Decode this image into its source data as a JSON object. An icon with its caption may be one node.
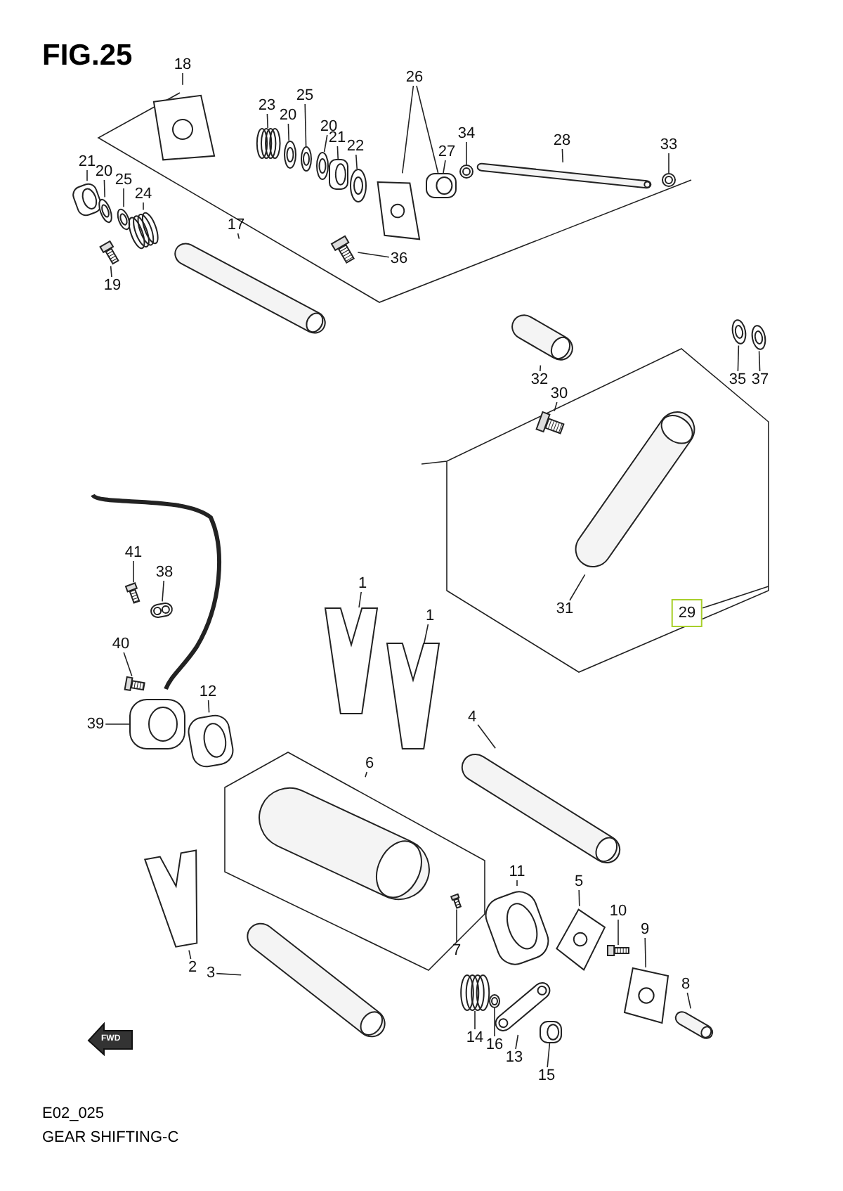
{
  "diagram": {
    "nodes": [
      {
        "text": [
          "18"
        ]
      },
      {
        "text": [],
        "shape": "picture"
      },
      {
        "text": [
          "23"
        ]
      },
      {
        "text": [],
        "shape": "picture"
      },
      {
        "text": [
          "20"
        ]
      },
      {
        "text": [],
        "shape": "picture"
      },
      {
        "text": [
          "25"
        ]
      },
      {
        "text": [],
        "shape": "picture"
      },
      {
        "text": [
          "20"
        ]
      },
      {
        "text": [],
        "shape": "picture"
      },
      {
        "text": [
          "21"
        ]
      },
      {
        "text": [],
        "shape": "picture"
      },
      {
        "text": [
          "22"
        ]
      },
      {
        "text": [],
        "shape": "picture"
      },
      {
        "text": [
          "26"
        ]
      },
      {
        "text": [],
        "shape": "picture"
      },
      {
        "text": [
          "27"
        ]
      },
      {
        "text": [],
        "shape": "picture"
      },
      {
        "text": [
          "34"
        ]
      },
      {
        "text": [],
        "shape": "picture"
      },
      {
        "text": [
          "28"
        ]
      },
      {
        "text": [],
        "shape": "picture"
      },
      {
        "text": [
          "33"
        ]
      },
      {
        "text": [],
        "shape": "picture"
      },
      {
        "text": [
          "21"
        ]
      },
      {
        "text": [],
        "shape": "picture"
      },
      {
        "text": [
          "20"
        ]
      },
      {
        "text": [],
        "shape": "picture"
      },
      {
        "text": [
          "25"
        ]
      },
      {
        "text": [],
        "shape": "picture"
      },
      {
        "text": [
          "24"
        ]
      },
      {
        "text": [],
        "shape": "picture"
      },
      {
        "text": [
          "17"
        ]
      },
      {
        "text": [],
        "shape": "picture"
      },
      {
        "text": [
          "19"
        ]
      },
      {
        "text": [],
        "shape": "picture"
      },
      {
        "text": [
          "36"
        ]
      },
      {
        "text": [],
        "shape": "picture"
      },
      {
        "text": [
          "32"
        ]
      },
      {
        "text": [],
        "shape": "picture"
      },
      {
        "text": [
          "35"
        ]
      },
      {
        "text": [],
        "shape": "picture"
      },
      {
        "text": [
          "37"
        ]
      },
      {
        "text": [],
        "shape": "picture"
      },
      {
        "text": [
          "30"
        ]
      },
      {
        "text": [],
        "shape": "picture"
      },
      {
        "text": [
          "31"
        ]
      },
      {
        "text": [],
        "shape": "picture"
      },
      {
        "text": [
          "29"
        ]
      },
      {
        "text": [
          "41"
        ]
      },
      {
        "text": [],
        "shape": "picture"
      },
      {
        "text": [
          "38"
        ]
      },
      {
        "text": [],
        "shape": "picture"
      },
      {
        "text": [
          "40"
        ]
      },
      {
        "text": [],
        "shape": "picture"
      },
      {
        "text": [
          "39"
        ]
      },
      {
        "text": [],
        "shape": "picture"
      },
      {
        "text": [
          "12"
        ]
      },
      {
        "text": [],
        "shape": "picture"
      },
      {
        "text": [
          "1"
        ]
      },
      {
        "text": [],
        "shape": "picture"
      },
      {
        "text": [
          "1"
        ]
      },
      {
        "text": [],
        "shape": "picture"
      },
      {
        "text": [
          "6"
        ]
      },
      {
        "text": [],
        "shape": "picture"
      },
      {
        "text": [
          "4"
        ]
      },
      {
        "text": [],
        "shape": "picture"
      },
      {
        "text": [
          "11"
        ]
      },
      {
        "text": [],
        "shape": "picture"
      },
      {
        "text": [
          "5"
        ]
      },
      {
        "text": [],
        "shape": "picture"
      },
      {
        "text": [
          "10"
        ]
      },
      {
        "text": [],
        "shape": "picture"
      },
      {
        "text": [
          "9"
        ]
      },
      {
        "text": [],
        "shape": "picture"
      },
      {
        "text": [
          "8"
        ]
      },
      {
        "text": [],
        "shape": "picture"
      },
      {
        "text": [
          "7"
        ]
      },
      {
        "text": [],
        "shape": "picture"
      },
      {
        "text": [
          "2"
        ]
      },
      {
        "text": [],
        "shape": "picture"
      },
      {
        "text": [
          "3"
        ]
      },
      {
        "text": [],
        "shape": "picture"
      },
      {
        "text": [
          "14"
        ]
      },
      {
        "text": [],
        "shape": "picture"
      },
      {
        "text": [
          "16"
        ]
      },
      {
        "text": [],
        "shape": "picture"
      },
      {
        "text": [
          "13"
        ]
      },
      {
        "text": [],
        "shape": "picture"
      },
      {
        "text": [
          "15"
        ]
      },
      {
        "text": [],
        "shape": "picture"
      }
    ],
    "edges": [
      {
        "from": 0,
        "to": 1,
        "arrow": "none"
      },
      {
        "from": 2,
        "to": 3,
        "arrow": "none"
      },
      {
        "from": 4,
        "to": 5,
        "arrow": "none"
      },
      {
        "from": 6,
        "to": 7,
        "arrow": "none"
      },
      {
        "from": 8,
        "to": 9,
        "arrow": "none"
      },
      {
        "from": 10,
        "to": 11,
        "arrow": "none"
      },
      {
        "from": 12,
        "to": 13,
        "arrow": "none"
      },
      {
        "from": 14,
        "to": 15,
        "arrow": "none"
      },
      {
        "from": 14,
        "to": 17,
        "arrow": "none"
      },
      {
        "from": 16,
        "to": 17,
        "arrow": "none"
      },
      {
        "from": 18,
        "to": 19,
        "arrow": "none"
      },
      {
        "from": 20,
        "to": 21,
        "arrow": "none"
      },
      {
        "from": 22,
        "to": 23,
        "arrow": "none"
      },
      {
        "from": 24,
        "to": 25,
        "arrow": "none"
      },
      {
        "from": 26,
        "to": 27,
        "arrow": "none"
      },
      {
        "from": 28,
        "to": 29,
        "arrow": "none"
      },
      {
        "from": 30,
        "to": 31,
        "arrow": "none"
      },
      {
        "from": 32,
        "to": 33,
        "arrow": "none"
      },
      {
        "from": 34,
        "to": 35,
        "arrow": "none"
      },
      {
        "from": 36,
        "to": 37,
        "arrow": "none"
      },
      {
        "from": 38,
        "to": 39,
        "arrow": "none"
      },
      {
        "from": 40,
        "to": 41,
        "arrow": "none"
      },
      {
        "from": 42,
        "to": 43,
        "arrow": "none"
      },
      {
        "from": 44,
        "to": 45,
        "arrow": "none"
      },
      {
        "from": 46,
        "to": 47,
        "arrow": "none"
      },
      {
        "from": 48,
        "to": null,
        "arrow": "none"
      },
      {
        "from": 49,
        "to": 50,
        "arrow": "none"
      },
      {
        "from": 51,
        "to": 52,
        "arrow": "none"
      },
      {
        "from": 53,
        "to": 54,
        "arrow": "none"
      },
      {
        "from": 55,
        "to": 56,
        "arrow": "none"
      },
      {
        "from": 57,
        "to": 58,
        "arrow": "none"
      },
      {
        "from": 59,
        "to": 60,
        "arrow": "none"
      },
      {
        "from": 61,
        "to": 62,
        "arrow": "none"
      },
      {
        "from": 63,
        "to": 64,
        "arrow": "none"
      },
      {
        "from": 65,
        "to": 66,
        "arrow": "none"
      },
      {
        "from": 67,
        "to": 68,
        "arrow": "none"
      },
      {
        "from": 69,
        "to": 70,
        "arrow": "none"
      },
      {
        "from": 71,
        "to": 72,
        "arrow": "none"
      },
      {
        "from": 73,
        "to": 74,
        "arrow": "none"
      },
      {
        "from": 75,
        "to": 76,
        "arrow": "none"
      },
      {
        "from": 77,
        "to": 78,
        "arrow": "none"
      },
      {
        "from": 79,
        "to": 80,
        "arrow": "none"
      },
      {
        "from": 81,
        "to": 82,
        "arrow": "none"
      },
      {
        "from": 83,
        "to": 84,
        "arrow": "none"
      },
      {
        "from": 85,
        "to": 86,
        "arrow": "none"
      },
      {
        "from": 87,
        "to": 88,
        "arrow": "none"
      },
      {
        "from": 89,
        "to": 90,
        "arrow": "none"
      }
    ],
    "labels": [
      "FIG.25",
      "E02_025",
      "GEAR SHIFTING-C",
      "FWD"
    ]
  }
}
